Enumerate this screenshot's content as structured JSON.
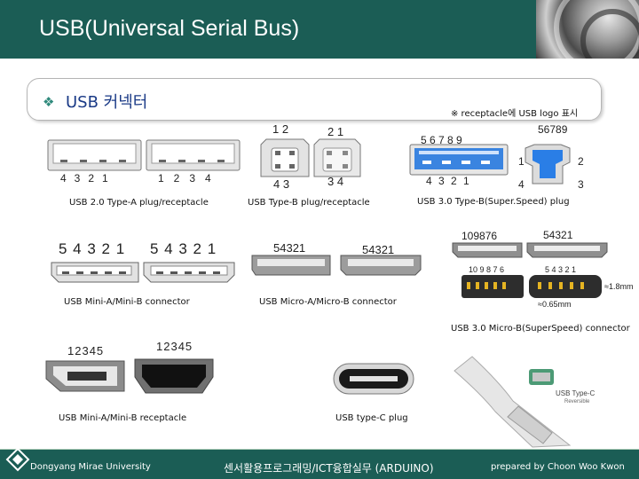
{
  "header": {
    "title": "USB(Universal Serial Bus)"
  },
  "section": {
    "bullet_icon": "diamond-bullet-icon",
    "title": "USB 커넥터",
    "note": "※ receptacle에 USB logo 표시"
  },
  "connectors": {
    "usb2_typeA": {
      "caption": "USB 2.0 Type-A plug/receptacle",
      "pins_top": [
        "4",
        "3",
        "2",
        "1"
      ],
      "pins_bottom": [
        "1",
        "2",
        "3",
        "4"
      ]
    },
    "typeB": {
      "caption": "USB Type-B plug/receptacle",
      "pins_left_top": "1 2",
      "pins_left_bottom": "4 3",
      "pins_right_top": "2 1",
      "pins_right_bottom": "3 4"
    },
    "usb3_typeB": {
      "caption": "USB 3.0 Type-B(Super.Speed) plug",
      "top_pins": "5 6 7 8 9",
      "bottom_pins": "4 3 2 1",
      "right_top": "56789",
      "right_1": "1",
      "right_2": "2",
      "right_4": "4",
      "right_3": "3"
    },
    "mini": {
      "caption": "USB Mini-A/Mini-B connector",
      "left_pins": "5 4 3 2 1",
      "right_pins": "5 4 3 2 1"
    },
    "micro": {
      "caption": "USB Micro-A/Micro-B connector",
      "left_pins": "54321",
      "right_pins": "54321"
    },
    "usb3_microB": {
      "caption": "USB 3.0 Micro-B(SuperSpeed) connector",
      "pins_a": "109876",
      "pins_b": "54321",
      "pins_c": "10 9 8 7 6",
      "pins_d": "5 4 3 2 1",
      "dim_1": "≈1.8mm",
      "dim_2": "≈0.65mm"
    },
    "mini_receptacle": {
      "caption": "USB Mini-A/Mini-B receptacle",
      "left_pins": "12345",
      "right_pins": "12345"
    },
    "typeC": {
      "caption": "USB type-C plug",
      "label": "USB Type-C",
      "sub_label": "Reversible"
    }
  },
  "footer": {
    "university": "Dongyang Mirae University",
    "course": "센서활용프로그래밍/ICT융합실무 (ARDUINO)",
    "author": "prepared by Choon Woo Kwon"
  },
  "colors": {
    "header_bg": "#1b5d55",
    "accent": "#2f8a7c",
    "subtitle_text": "#1a3a86",
    "usb3_blue": "#1e6fd0"
  }
}
